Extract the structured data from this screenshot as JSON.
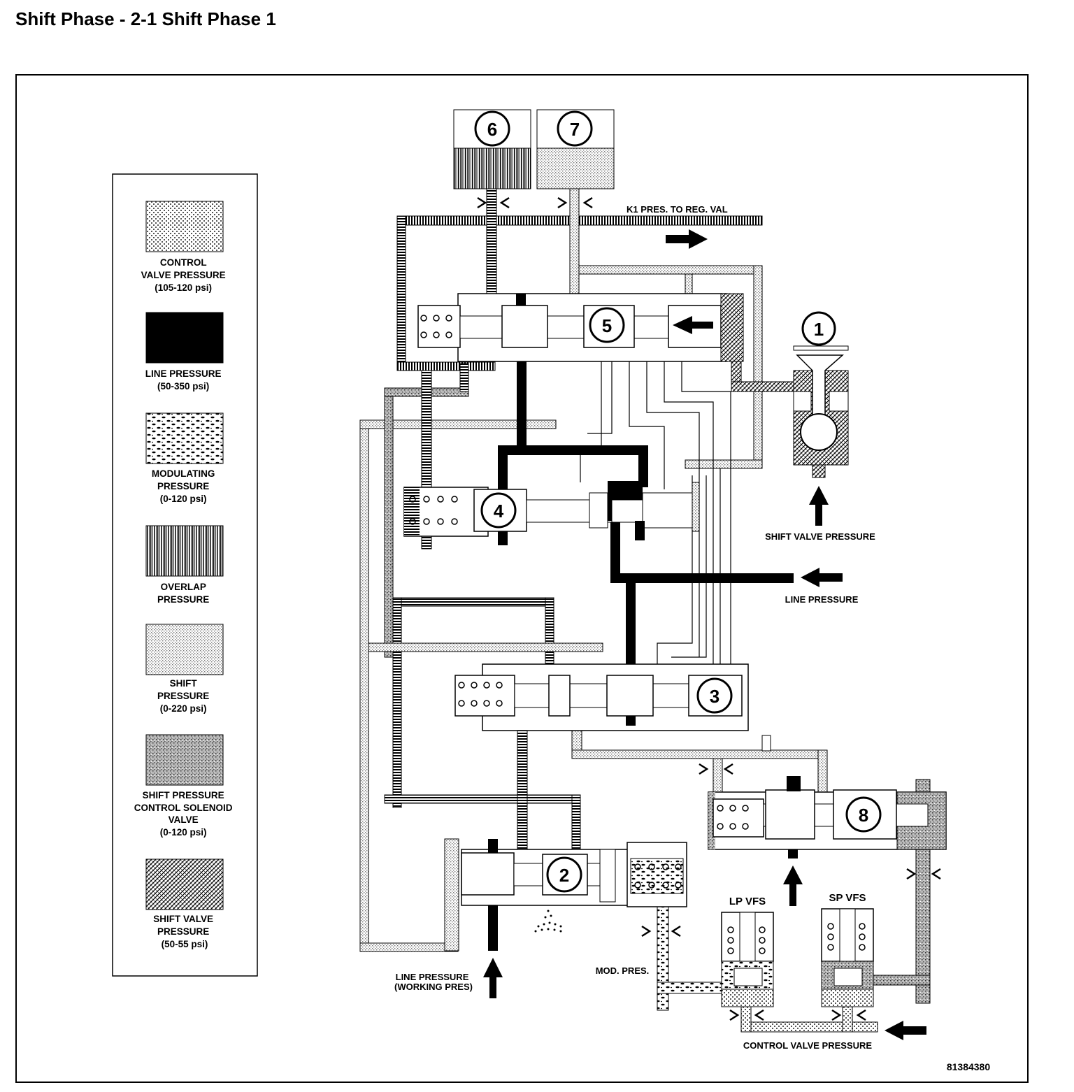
{
  "title": "Shift Phase - 2-1 Shift Phase 1",
  "figure_id": "81384380",
  "legend": [
    {
      "lines": [
        "CONTROL",
        "VALVE PRESSURE",
        "(105-120 psi)"
      ],
      "pattern": "control"
    },
    {
      "lines": [
        "LINE PRESSURE",
        "(50-350 psi)"
      ],
      "pattern": "line"
    },
    {
      "lines": [
        "MODULATING",
        "PRESSURE",
        "(0-120 psi)"
      ],
      "pattern": "mod"
    },
    {
      "lines": [
        "OVERLAP",
        "PRESSURE"
      ],
      "pattern": "overlap"
    },
    {
      "lines": [
        "SHIFT",
        "PRESSURE",
        "(0-220 psi)"
      ],
      "pattern": "shift"
    },
    {
      "lines": [
        "SHIFT PRESSURE",
        "CONTROL SOLENOID",
        "VALVE",
        "(0-120 psi)"
      ],
      "pattern": "spcs"
    },
    {
      "lines": [
        "SHIFT VALVE",
        "PRESSURE",
        "(50-55 psi)"
      ],
      "pattern": "svp"
    }
  ],
  "labels": {
    "k1_pres": "K1 PRES. TO REG. VAL",
    "shift_valve_pressure": "SHIFT VALVE PRESSURE",
    "line_pressure": "LINE PRESSURE",
    "line_pressure_working_1": "LINE PRESSURE",
    "line_pressure_working_2": "(WORKING PRES)",
    "mod_pres": "MOD. PRES.",
    "lp_vfs": "LP VFS",
    "sp_vfs": "SP VFS",
    "control_valve_pressure": "CONTROL VALVE PRESSURE"
  },
  "component_numbers": [
    "1",
    "2",
    "3",
    "4",
    "5",
    "6",
    "7",
    "8"
  ]
}
